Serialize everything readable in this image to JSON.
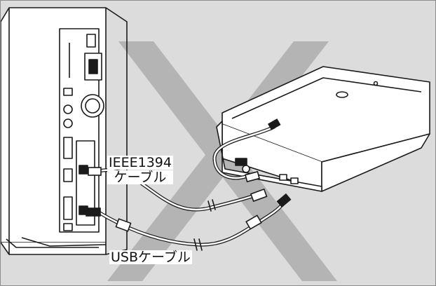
{
  "labels": {
    "ieee_line1": "IEEE1394",
    "ieee_line2": "ケーブル",
    "usb": "USBケーブル"
  },
  "colors": {
    "background": "#dcdcdc",
    "cross": "#b4b4b4",
    "line": "#1a1a1a",
    "fill": "#ffffff"
  }
}
